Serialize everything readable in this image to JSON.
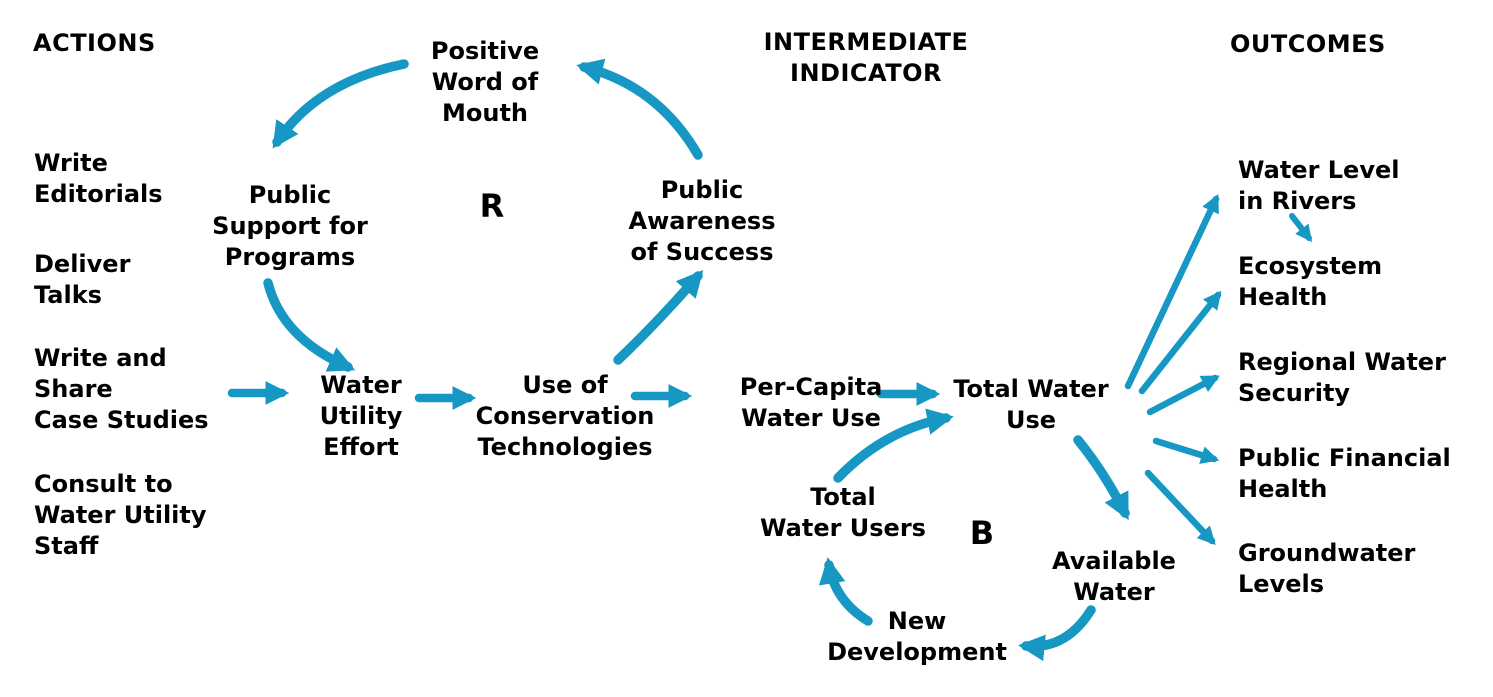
{
  "colors": {
    "arrow": "#1697c4",
    "text": "#000000",
    "background": "#ffffff"
  },
  "headers": {
    "actions": "ACTIONS",
    "intermediate_indicator": "INTERMEDIATE\nINDICATOR",
    "outcomes": "OUTCOMES"
  },
  "actions": [
    "Write\nEditorials",
    "Deliver\nTalks",
    "Write and\nShare\nCase Studies",
    "Consult to\nWater Utility\nStaff"
  ],
  "nodes": {
    "positive_word_of_mouth": "Positive\nWord of\nMouth",
    "public_support_for_programs": "Public\nSupport for\nPrograms",
    "public_awareness_of_success": "Public\nAwareness\nof Success",
    "water_utility_effort": "Water\nUtility\nEffort",
    "use_of_conservation_technologies": "Use of\nConservation\nTechnologies",
    "per_capita_water_use": "Per-Capita\nWater Use",
    "total_water_use": "Total Water\nUse",
    "total_water_users": "Total\nWater Users",
    "available_water": "Available\nWater",
    "new_development": "New\nDevelopment"
  },
  "loops": {
    "reinforcing_label": "R",
    "balancing_label": "B"
  },
  "outcomes": [
    "Water Level\nin Rivers",
    "Ecosystem\nHealth",
    "Regional Water\nSecurity",
    "Public Financial\nHealth",
    "Groundwater\nLevels"
  ],
  "edges": [
    {
      "from": "positive_word_of_mouth",
      "to": "public_support_for_programs"
    },
    {
      "from": "public_support_for_programs",
      "to": "water_utility_effort"
    },
    {
      "from": "write_and_share_case_studies",
      "to": "water_utility_effort"
    },
    {
      "from": "water_utility_effort",
      "to": "use_of_conservation_technologies"
    },
    {
      "from": "use_of_conservation_technologies",
      "to": "public_awareness_of_success"
    },
    {
      "from": "public_awareness_of_success",
      "to": "positive_word_of_mouth"
    },
    {
      "from": "use_of_conservation_technologies",
      "to": "per_capita_water_use"
    },
    {
      "from": "per_capita_water_use",
      "to": "total_water_use"
    },
    {
      "from": "total_water_use",
      "to": "available_water"
    },
    {
      "from": "available_water",
      "to": "new_development"
    },
    {
      "from": "new_development",
      "to": "total_water_users"
    },
    {
      "from": "total_water_users",
      "to": "total_water_use"
    },
    {
      "from": "total_water_use",
      "to": "water_level_in_rivers"
    },
    {
      "from": "total_water_use",
      "to": "ecosystem_health"
    },
    {
      "from": "total_water_use",
      "to": "regional_water_security"
    },
    {
      "from": "total_water_use",
      "to": "public_financial_health"
    },
    {
      "from": "total_water_use",
      "to": "groundwater_levels"
    },
    {
      "from": "water_level_in_rivers",
      "to": "ecosystem_health"
    }
  ]
}
